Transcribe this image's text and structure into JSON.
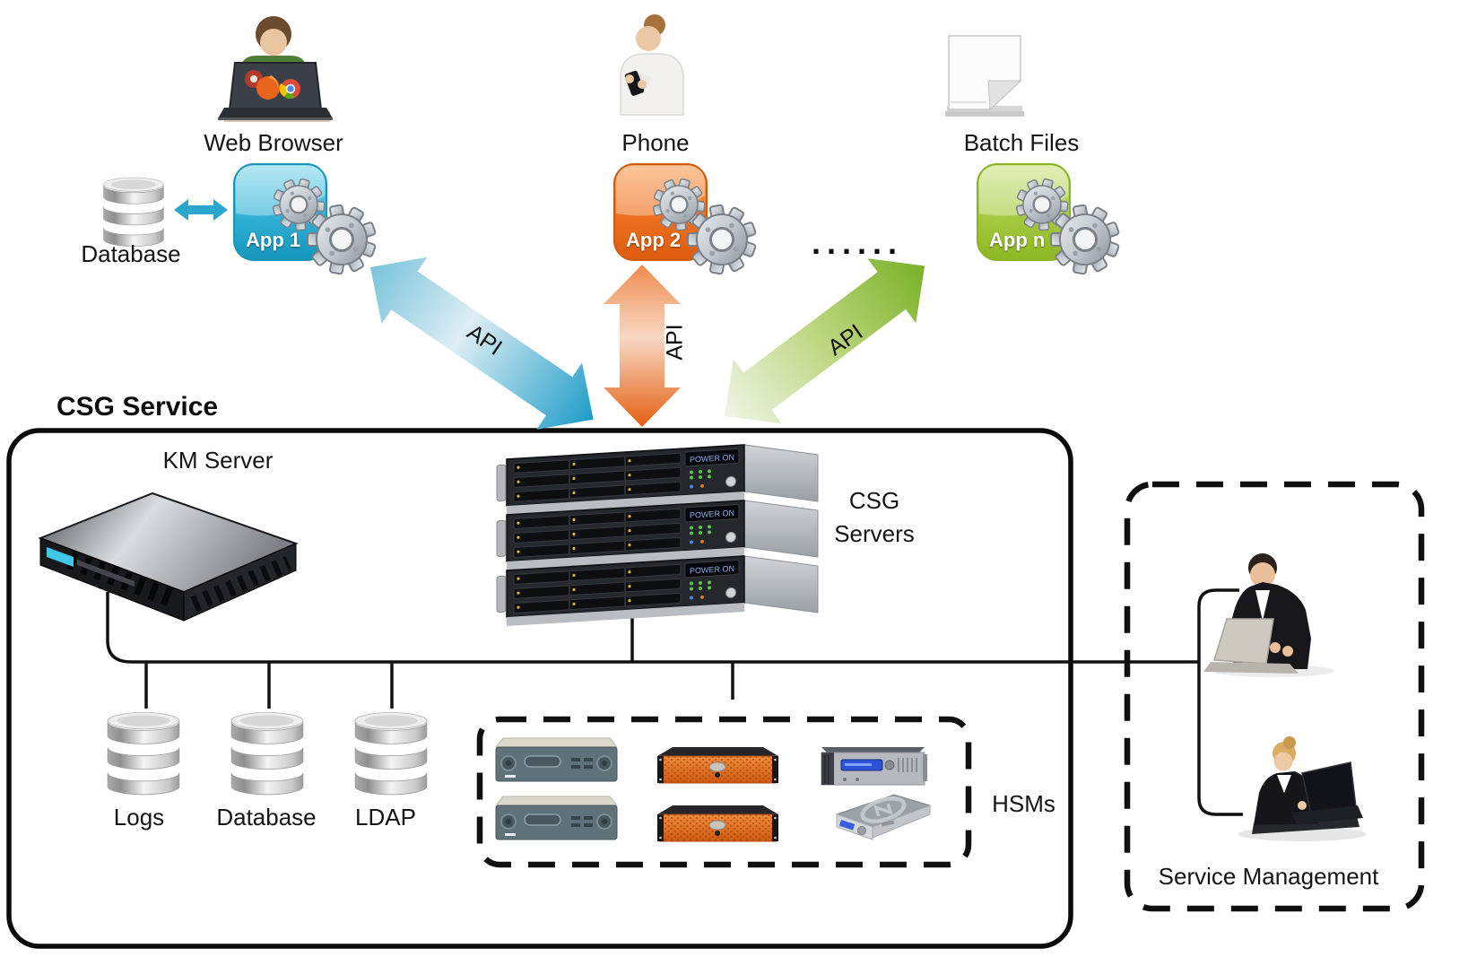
{
  "clients": {
    "web_browser_label": "Web Browser",
    "phone_label": "Phone",
    "batch_files_label": "Batch Files"
  },
  "apps": {
    "database_label": "Database",
    "app1_label": "App 1",
    "app2_label": "App 2",
    "appn_label": "App n",
    "ellipsis": "......",
    "api_label": "API"
  },
  "csg_box": {
    "title": "CSG Service",
    "km_server_label": "KM Server",
    "csg_servers_label": "CSG Servers",
    "rack_display_text": "POWER ON",
    "stores": [
      "Logs",
      "Database",
      "LDAP"
    ],
    "hsms_label": "HSMs"
  },
  "service_management": {
    "label": "Service Management"
  },
  "colors": {
    "app1_accent": "#2aaed3",
    "app2_accent": "#ed6f1e",
    "appn_accent": "#a3c93f",
    "api_arrow_cyan": "#1f9cc8",
    "api_arrow_orange": "#e55f12",
    "api_arrow_green": "#7ab129",
    "line_color": "#111111",
    "hsm_orange": "#e06a1e"
  }
}
